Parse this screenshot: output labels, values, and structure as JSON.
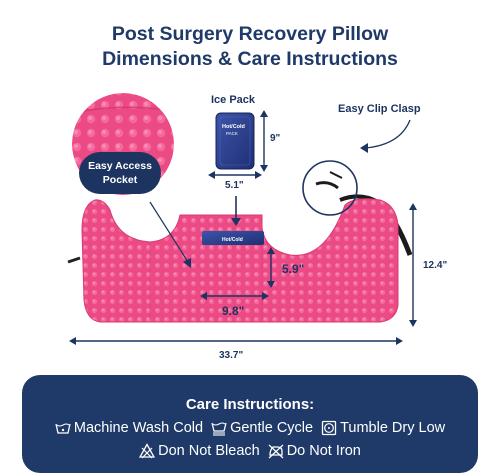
{
  "title": {
    "line1": "Post Surgery Recovery Pillow",
    "line2": "Dimensions & Care Instructions"
  },
  "callouts": {
    "ice_pack": "Ice Pack",
    "easy_clip_clasp": "Easy Clip Clasp",
    "easy_access_pocket_line1": "Easy Access",
    "easy_access_pocket_line2": "Pocket"
  },
  "dimensions": {
    "ice_height": "9\"",
    "ice_width": "5.1\"",
    "pocket_height": "5.9\"",
    "pocket_width": "9.8\"",
    "pillow_height": "12.4\"",
    "pillow_width": "33.7\""
  },
  "ice_pack_label": {
    "line1": "Hot/Cold",
    "line2": "PACK"
  },
  "care": {
    "title": "Care Instructions:",
    "items": [
      {
        "label": "Machine Wash Cold",
        "icon": "wash-cold-icon"
      },
      {
        "label": "Gentle Cycle",
        "icon": "gentle-cycle-icon"
      },
      {
        "label": "Tumble Dry Low",
        "icon": "tumble-dry-icon"
      },
      {
        "label": "Don Not Bleach",
        "icon": "no-bleach-icon"
      },
      {
        "label": "Do Not Iron",
        "icon": "no-iron-icon"
      }
    ]
  },
  "colors": {
    "navy": "#1f3a68",
    "pillow_pink": "#ee4c86",
    "ice_pack_blue": "#2b3f8f",
    "background": "#ffffff"
  }
}
